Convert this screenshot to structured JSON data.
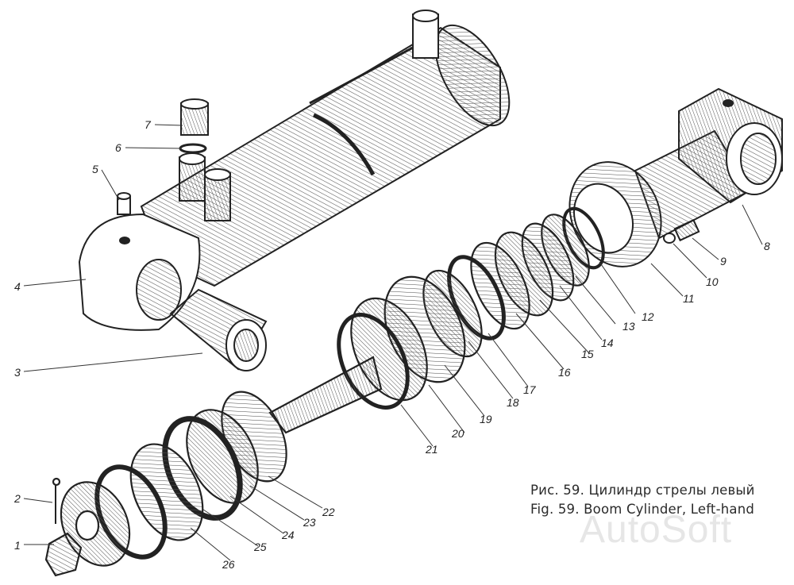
{
  "callouts": [
    "1",
    "2",
    "3",
    "4",
    "5",
    "6",
    "7",
    "8",
    "9",
    "10",
    "11",
    "12",
    "13",
    "14",
    "15",
    "16",
    "17",
    "18",
    "19",
    "20",
    "21",
    "22",
    "23",
    "24",
    "25",
    "26"
  ],
  "caption": {
    "ru": "Рис. 59. Цилиндр стрелы левый",
    "en": "Fig. 59. Boom Cylinder, Left-hand"
  },
  "watermark": "AutoSoft",
  "colors": {
    "ink": "#222222",
    "paper": "#ffffff",
    "shade": "#d8d8d8"
  }
}
